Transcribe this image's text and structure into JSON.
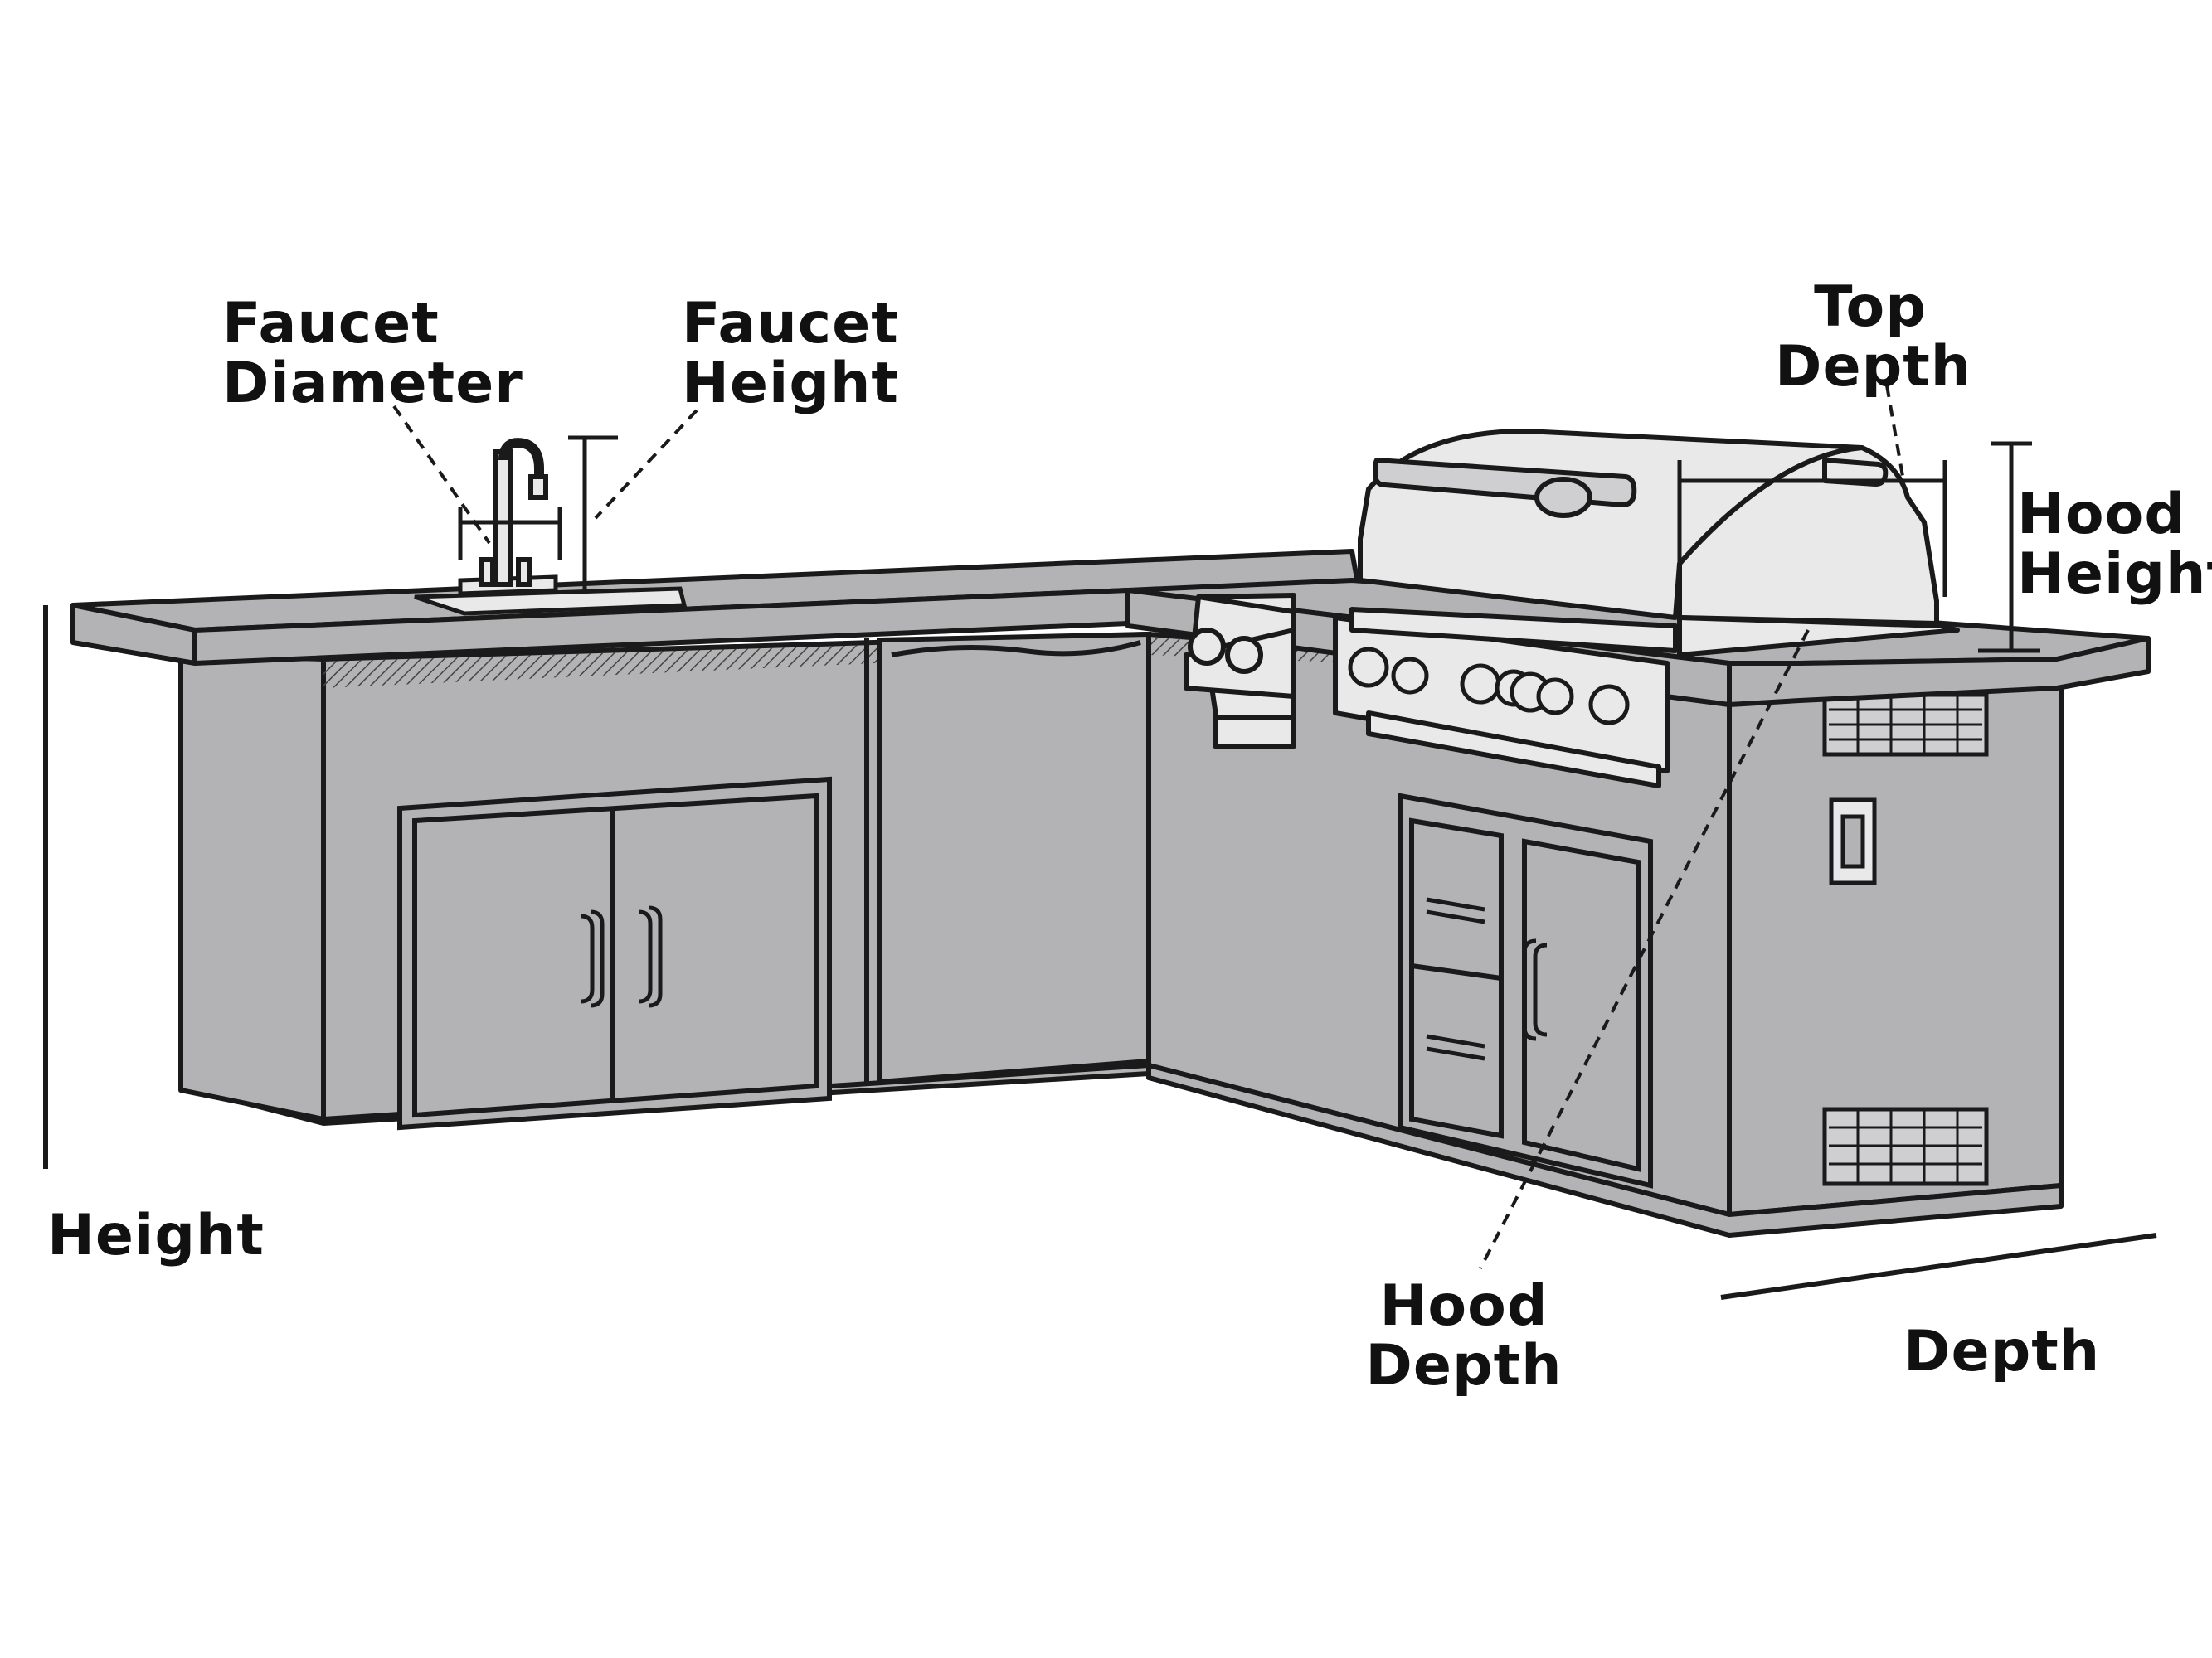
{
  "labels": {
    "faucet_diameter": [
      "Faucet",
      "Diameter"
    ],
    "faucet_height": [
      "Faucet",
      "Height"
    ],
    "top_depth": [
      "Top",
      "Depth"
    ],
    "hood_height": [
      "Hood",
      "Height"
    ],
    "hood_depth": [
      "Hood",
      "Depth"
    ],
    "height": "Height",
    "depth": "Depth"
  },
  "colors": {
    "body": "#b3b2b5",
    "counter": "#b3b2b5",
    "outline": "#1a1a1a",
    "steel": "#e9e9ea",
    "background": "#ffffff"
  }
}
